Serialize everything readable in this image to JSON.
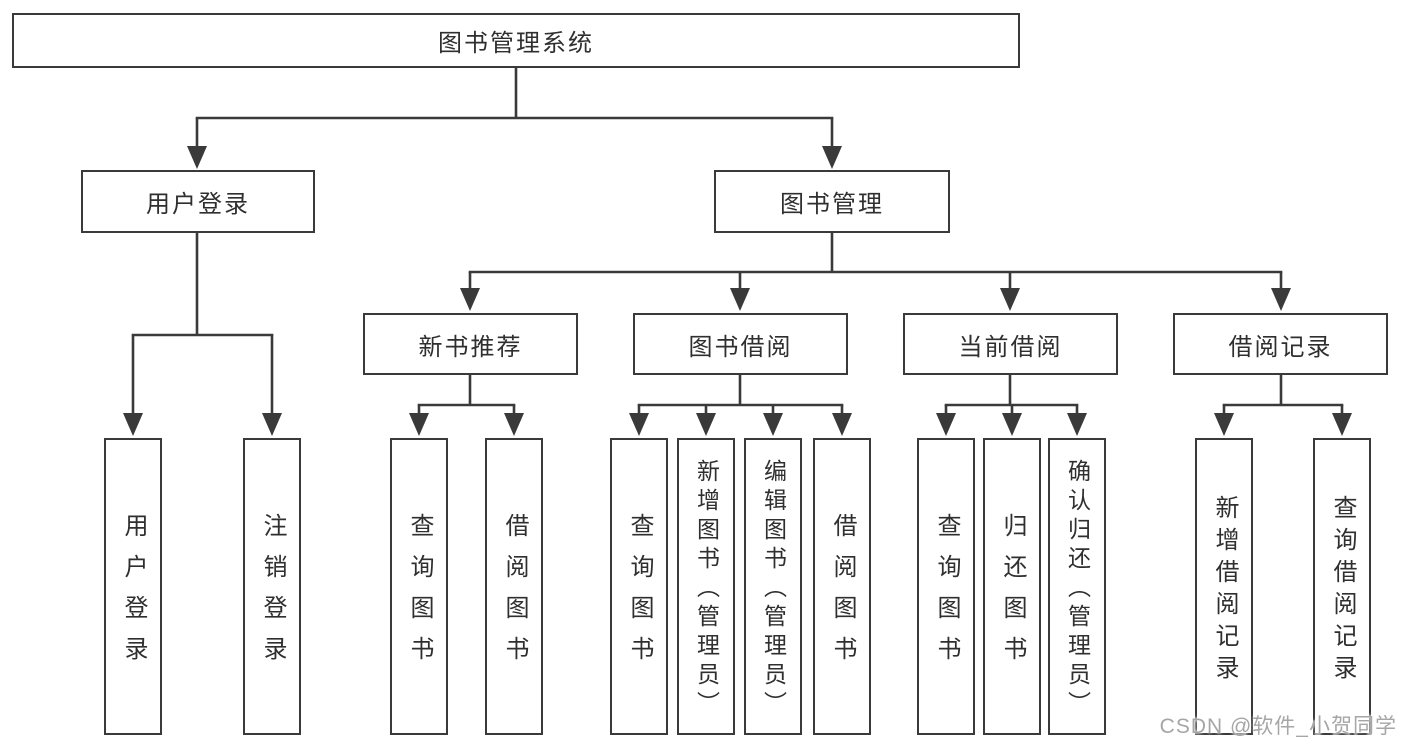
{
  "diagram": {
    "root": "图书管理系统",
    "user_login_branch": {
      "label": "用户登录",
      "children": [
        "用户登录",
        "注销登录"
      ]
    },
    "book_mgmt_branch": {
      "label": "图书管理",
      "children": [
        {
          "label": "新书推荐",
          "children": [
            "查询图书",
            "借阅图书"
          ]
        },
        {
          "label": "图书借阅",
          "children": [
            "查询图书",
            "新增图书（管理员）",
            "编辑图书（管理员）",
            "借阅图书"
          ]
        },
        {
          "label": "当前借阅",
          "children": [
            "查询图书",
            "归还图书",
            "确认归还（管理员）"
          ]
        },
        {
          "label": "借阅记录",
          "children": [
            "新增借阅记录",
            "查询借阅记录"
          ]
        }
      ]
    }
  },
  "watermark": "CSDN @软件_小贺同学",
  "colors": {
    "line": "#3a3a3a",
    "text": "#2f2f2f",
    "background": "#ffffff"
  }
}
